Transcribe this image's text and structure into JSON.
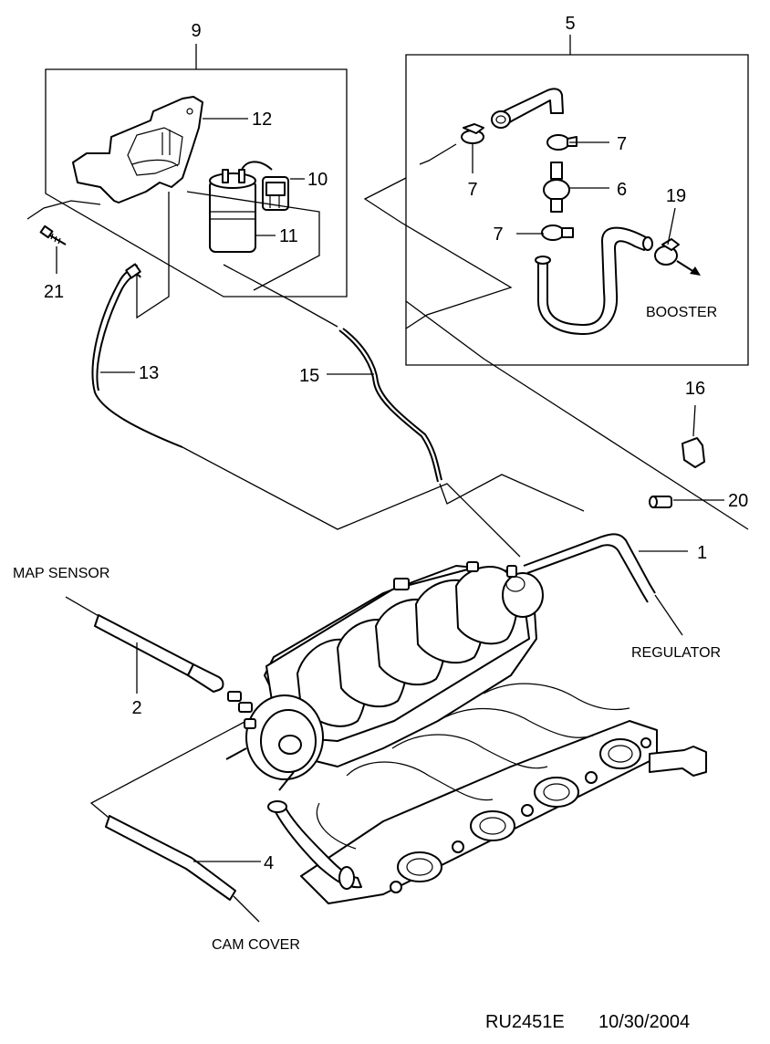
{
  "figure_code": "RU2451E",
  "figure_date": "10/30/2004",
  "parts": [
    {
      "id": "p9",
      "number": "9"
    },
    {
      "id": "p5",
      "number": "5"
    },
    {
      "id": "p12",
      "number": "12"
    },
    {
      "id": "p10",
      "number": "10"
    },
    {
      "id": "p11",
      "number": "11"
    },
    {
      "id": "p21",
      "number": "21"
    },
    {
      "id": "p7a",
      "number": "7"
    },
    {
      "id": "p7b",
      "number": "7"
    },
    {
      "id": "p7c",
      "number": "7"
    },
    {
      "id": "p6",
      "number": "6"
    },
    {
      "id": "p19",
      "number": "19"
    },
    {
      "id": "p13",
      "number": "13"
    },
    {
      "id": "p15",
      "number": "15"
    },
    {
      "id": "p16",
      "number": "16"
    },
    {
      "id": "p20",
      "number": "20"
    },
    {
      "id": "p1",
      "number": "1"
    },
    {
      "id": "p2",
      "number": "2"
    },
    {
      "id": "p4",
      "number": "4"
    }
  ],
  "destinations": {
    "booster": "BOOSTER",
    "regulator": "REGULATOR",
    "map_sensor": "MAP SENSOR",
    "cam_cover": "CAM COVER"
  }
}
